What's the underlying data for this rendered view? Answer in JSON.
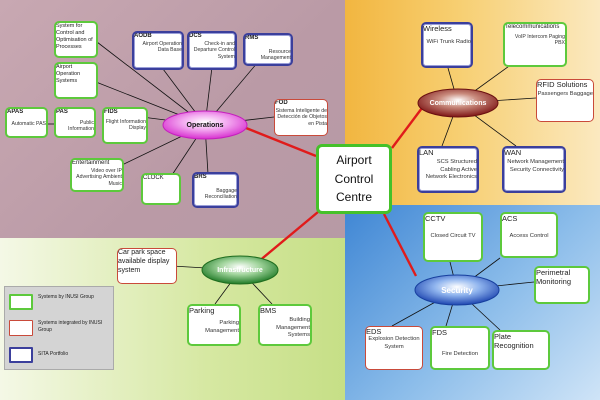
{
  "center": {
    "line1": "Airport",
    "line2": "Control",
    "line3": "Centre"
  },
  "hubs": {
    "operations": "Operations",
    "communications": "Communications",
    "infrastructure": "Infrastructure",
    "security": "Security"
  },
  "operations": {
    "socop": {
      "title": "System for Control and Optimisation of Processes"
    },
    "acdb": {
      "title": "AODB",
      "desc": "Airport Operation Data Base"
    },
    "dcs": {
      "title": "DCS",
      "desc": "Check-in and Departure Control System"
    },
    "rms": {
      "title": "RMS",
      "desc": "Resource Management"
    },
    "aos": {
      "title": "Airport Operation Systems"
    },
    "apas": {
      "title": "APAS",
      "desc": "Automatic PAS"
    },
    "pas": {
      "title": "PAS",
      "desc": "Public Information"
    },
    "fids": {
      "title": "FIDS",
      "desc": "Flight Information Display"
    },
    "fod": {
      "title": "FOD",
      "desc": "Sistema Inteligente de Detección de Objetos en Pista"
    },
    "ent": {
      "title": "Entertainment",
      "desc": "Video over IP Advertising Ambient Music"
    },
    "clock": {
      "title": "CLOCK"
    },
    "brs": {
      "title": "BRS",
      "desc": "Baggage Reconciliation"
    }
  },
  "communications": {
    "wireless": {
      "title": "Wireless",
      "desc": "WiFi Trunk Radio"
    },
    "telecom": {
      "title": "Telecommunications",
      "desc": "VoIP Intercom Paging PBX"
    },
    "rfid": {
      "title": "RFID Solutions",
      "desc": "Passengers Baggage"
    },
    "lan": {
      "title": "LAN",
      "desc": "SCS Structured Cabling Active Network Electronics"
    },
    "wan": {
      "title": "WAN",
      "desc": "Network Management Security Connectivity"
    }
  },
  "infrastructure": {
    "carpark": {
      "title": "Car park space available display system"
    },
    "parking": {
      "title": "Parking",
      "desc": "Parking Management"
    },
    "bms": {
      "title": "BMS",
      "desc": "Building Management Systems"
    }
  },
  "security": {
    "cctv": {
      "title": "CCTV",
      "desc": "Closed Circuit TV"
    },
    "acs": {
      "title": "ACS",
      "desc": "Access Control"
    },
    "perimetral": {
      "title": "Perimetral Monitoring"
    },
    "eds": {
      "title": "EDS",
      "desc": "Explosion Detection System"
    },
    "fds": {
      "title": "FDS",
      "desc": "Fire Detection"
    },
    "plate": {
      "title": "Plate Recognition"
    }
  },
  "legend": {
    "systems": "Systems by INUSI Group",
    "integrated": "Systems integrated by INUSI Group",
    "sita": "SITA Portfolio"
  },
  "colors": {
    "green_border": "#5dc93c",
    "red_border": "#c94a3a",
    "purple_border": "#3b3f9c",
    "hub_link": "#e01b1b",
    "operations_hub": "#e83be0",
    "communications_hub": "#8e1b1b",
    "infrastructure_hub": "#2f8a2f",
    "security_hub": "#2a4fb8"
  }
}
